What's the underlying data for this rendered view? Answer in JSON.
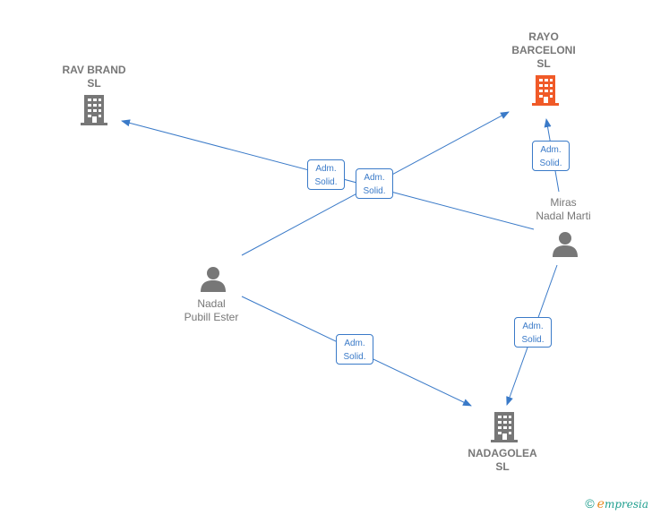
{
  "nodes": {
    "rav_brand": {
      "label": "RAV BRAND\nSL"
    },
    "rayo_barceloni": {
      "label": "RAYO\nBARCELONI\nSL"
    },
    "nadagolea": {
      "label": "NADAGOLEA\nSL"
    },
    "nadal_pubill": {
      "label": "Nadal\nPubill Ester"
    },
    "miras_nadal": {
      "label": "Miras\nNadal Marti"
    }
  },
  "edges": {
    "e1": {
      "label_line1": "Adm.",
      "label_line2": "Solid."
    },
    "e2": {
      "label_line1": "Adm.",
      "label_line2": "Solid."
    },
    "e3": {
      "label_line1": "Adm.",
      "label_line2": "Solid."
    },
    "e4": {
      "label_line1": "Adm.",
      "label_line2": "Solid."
    },
    "e5": {
      "label_line1": "Adm.",
      "label_line2": "Solid."
    }
  },
  "colors": {
    "edge": "#3a7ac8",
    "company_icon": "#777777",
    "highlight_company_icon": "#f05a28",
    "person_icon": "#777777"
  },
  "branding": {
    "copyright": "©",
    "name_initial": "e",
    "name_rest": "mpresia"
  }
}
